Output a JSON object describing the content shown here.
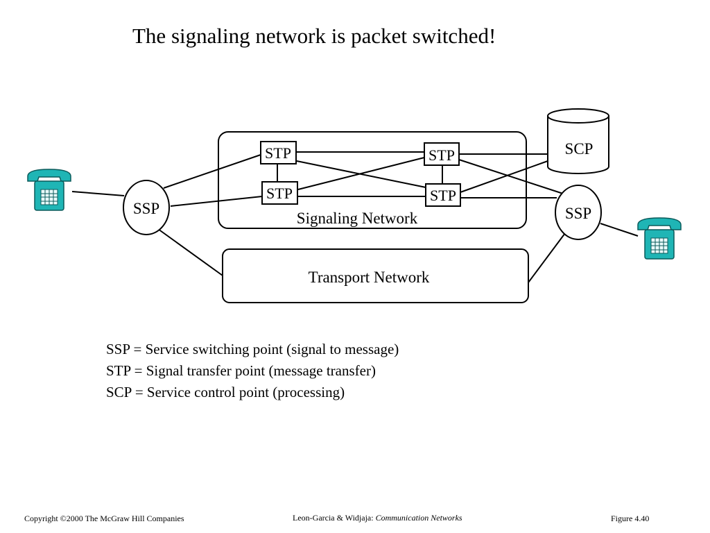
{
  "slide": {
    "title": "The signaling network is packet switched!",
    "diagram": {
      "signaling_network_label": "Signaling Network",
      "transport_network_label": "Transport Network",
      "ssp_left_label": "SSP",
      "ssp_right_label": "SSP",
      "scp_label": "SCP",
      "stp_labels": [
        "STP",
        "STP",
        "STP",
        "STP"
      ],
      "phone_icon": "telephone-icon",
      "phone_color": "#1fb5b5"
    },
    "legend": [
      "SSP = Service switching point (signal to message)",
      "STP = Signal transfer point (message transfer)",
      "SCP = Service control point (processing)"
    ],
    "footer": {
      "copyright": "Copyright ©2000 The McGraw Hill Companies",
      "authors": "Leon-Garcia & Widjaja:",
      "book": "Communication Networks",
      "figure": "Figure 4.40"
    }
  }
}
